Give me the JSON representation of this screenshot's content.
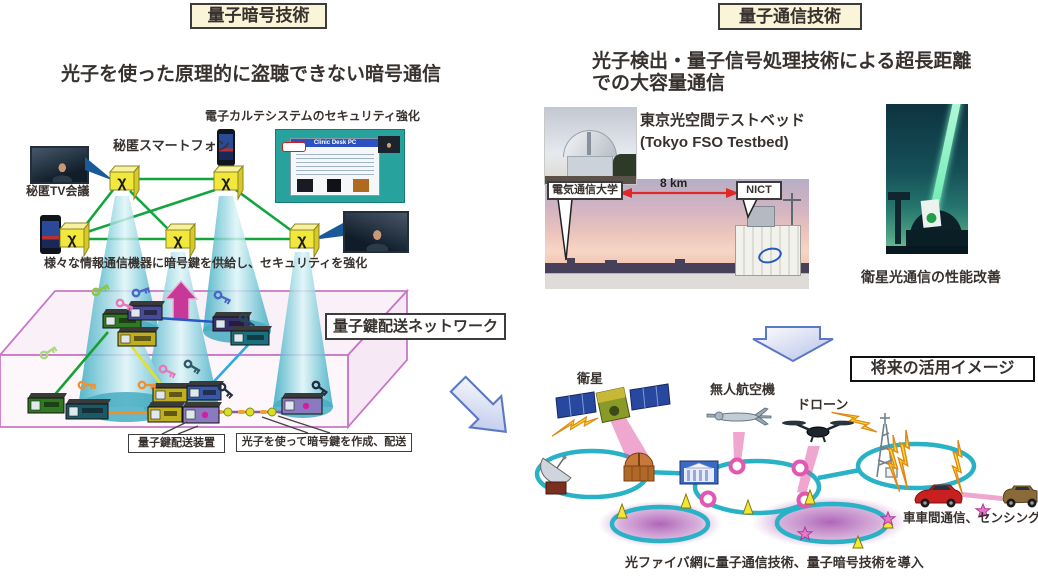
{
  "quantum_crypto": {
    "title": "量子暗号技術",
    "subtitle": "光子を使った原理的に盗聴できない暗号通信",
    "tv_label": "秘匿TV会議",
    "phone_label": "秘匿スマートフォン",
    "ehr_label": "電子カルテシステムのセキュリティ強化",
    "ehr_window_title": "Clinic Desk PC",
    "supply_label": "様々な情報通信機器に暗号鍵を供給し、セキュリティを強化",
    "network_label": "量子鍵配送ネットワーク",
    "device_label": "量子鍵配送装置",
    "photon_label": "光子を使って暗号鍵を作成、配送",
    "node_glyph": "χ"
  },
  "quantum_comm": {
    "title": "量子通信技術",
    "subtitle_line1": "光子検出・量子信号処理技術による超長距離",
    "subtitle_line2": "での大容量通信",
    "testbed_title_jp": "東京光空間テストベッド",
    "testbed_title_en": "(Tokyo FSO Testbed)",
    "site_left": "電気通信大学",
    "distance_label": "8 km",
    "site_right": "NICT",
    "satellite_caption": "衛星光通信の性能改善"
  },
  "future": {
    "title": "将来の活用イメージ",
    "satellite_label": "衛星",
    "uav_label": "無人航空機",
    "drone_label": "ドローン",
    "v2v_label": "車車間通信、センシング",
    "fiber_label": "光ファイバ網に量子通信技術、量子暗号技術を導入"
  },
  "colors": {
    "title_box_bg": "#faf4d8",
    "network_green": "#12a53e",
    "node_yellow": "#f2e73c",
    "qkd_box_pink": "#c878c8",
    "ring_teal": "#29b2c6",
    "beam_pink": "#e0509f",
    "arrow_blue": "#5b78c8",
    "arrow_magenta": "#c83898"
  }
}
